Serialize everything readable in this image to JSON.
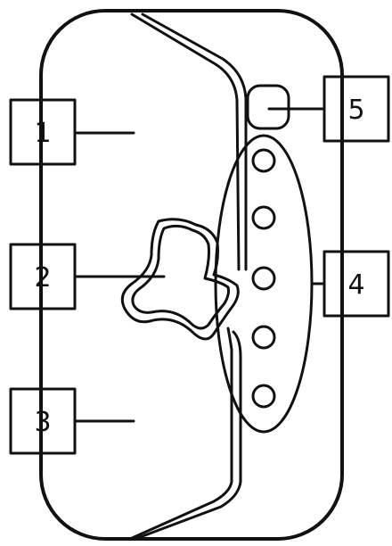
{
  "diagram": {
    "callouts": [
      {
        "id": "1",
        "label": "1"
      },
      {
        "id": "2",
        "label": "2"
      },
      {
        "id": "3",
        "label": "3"
      },
      {
        "id": "4",
        "label": "4"
      },
      {
        "id": "5",
        "label": "5"
      }
    ],
    "colors": {
      "stroke": "#111111",
      "background": "#ffffff"
    }
  }
}
